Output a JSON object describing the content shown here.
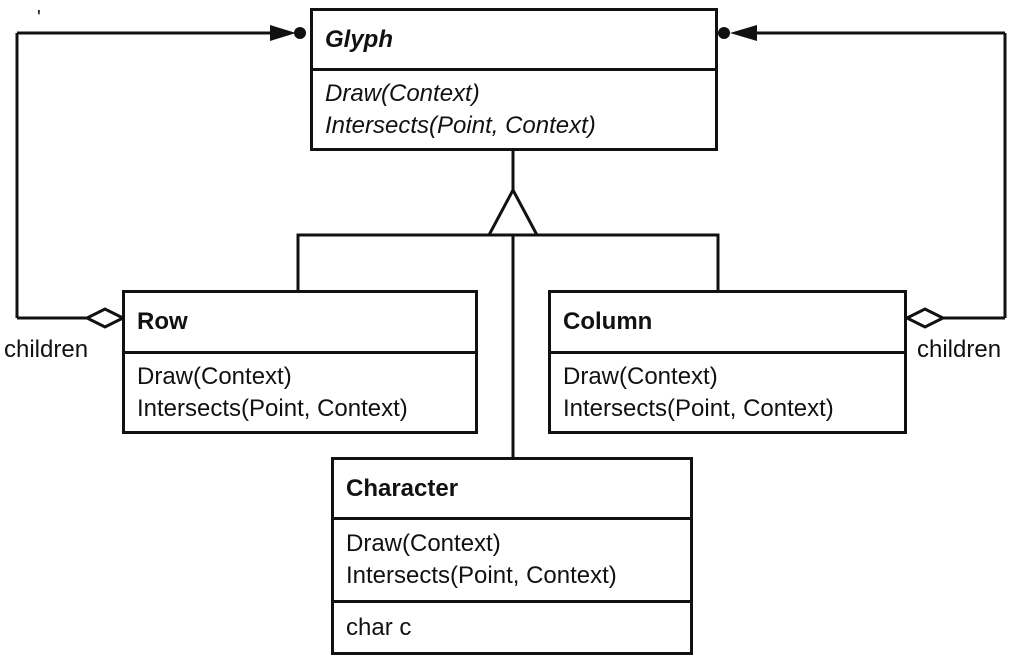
{
  "stray_mark": "'",
  "classes": {
    "glyph": {
      "name": "Glyph",
      "operations": [
        "Draw(Context)",
        "Intersects(Point, Context)"
      ]
    },
    "row": {
      "name": "Row",
      "operations": [
        "Draw(Context)",
        "Intersects(Point, Context)"
      ]
    },
    "column": {
      "name": "Column",
      "operations": [
        "Draw(Context)",
        "Intersects(Point, Context)"
      ]
    },
    "character": {
      "name": "Character",
      "operations": [
        "Draw(Context)",
        "Intersects(Point, Context)"
      ],
      "attributes": [
        "char c"
      ]
    }
  },
  "associations": {
    "left_label": "children",
    "right_label": "children"
  }
}
